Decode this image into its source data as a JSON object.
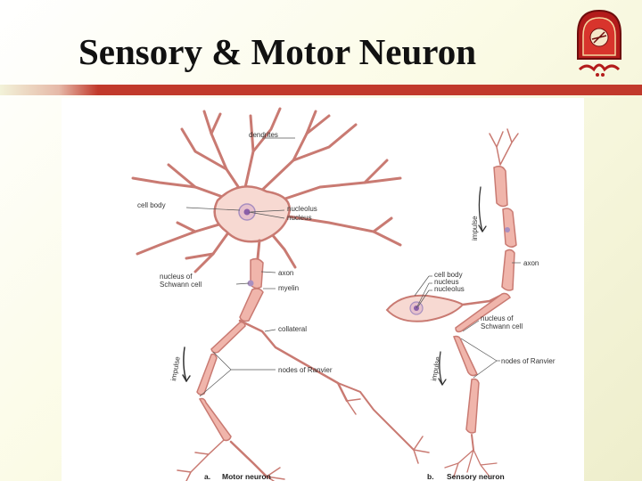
{
  "slide": {
    "title": "Sensory & Motor Neuron"
  },
  "logo": {
    "icon": "university-crest-icon",
    "arabic_text": "مؤتة"
  },
  "diagram": {
    "motor": {
      "labels": {
        "dendrites": "dendrites",
        "cell_body": "cell body",
        "nucleolus": "nucleolus",
        "nucleus": "nucleus",
        "axon": "axon",
        "nucleus_of_schwann_cell_1": "nucleus of",
        "nucleus_of_schwann_cell_2": "Schwann cell",
        "myelin": "myelin",
        "collateral": "collateral",
        "nodes_of_ranvier": "nodes of Ranvier",
        "impulse": "impulse"
      },
      "caption_letter": "a.",
      "caption": "Motor neuron"
    },
    "sensory": {
      "labels": {
        "impulse_top": "impulse",
        "cell_body": "cell body",
        "nucleus": "nucleus",
        "nucleolus": "nucleolus",
        "axon": "axon",
        "nucleus_of_schwann_cell_1": "nucleus of",
        "nucleus_of_schwann_cell_2": "Schwann cell",
        "nodes_of_ranvier": "nodes of Ranvier",
        "impulse_bottom": "impulse"
      },
      "caption_letter": "b.",
      "caption": "Sensory neuron"
    },
    "colors": {
      "membrane": "#e8a29a",
      "fill": "#f7d9d2",
      "myelin": "#f0b5ab",
      "outline": "#c97a72",
      "nucleus": "#a88fc0"
    }
  }
}
